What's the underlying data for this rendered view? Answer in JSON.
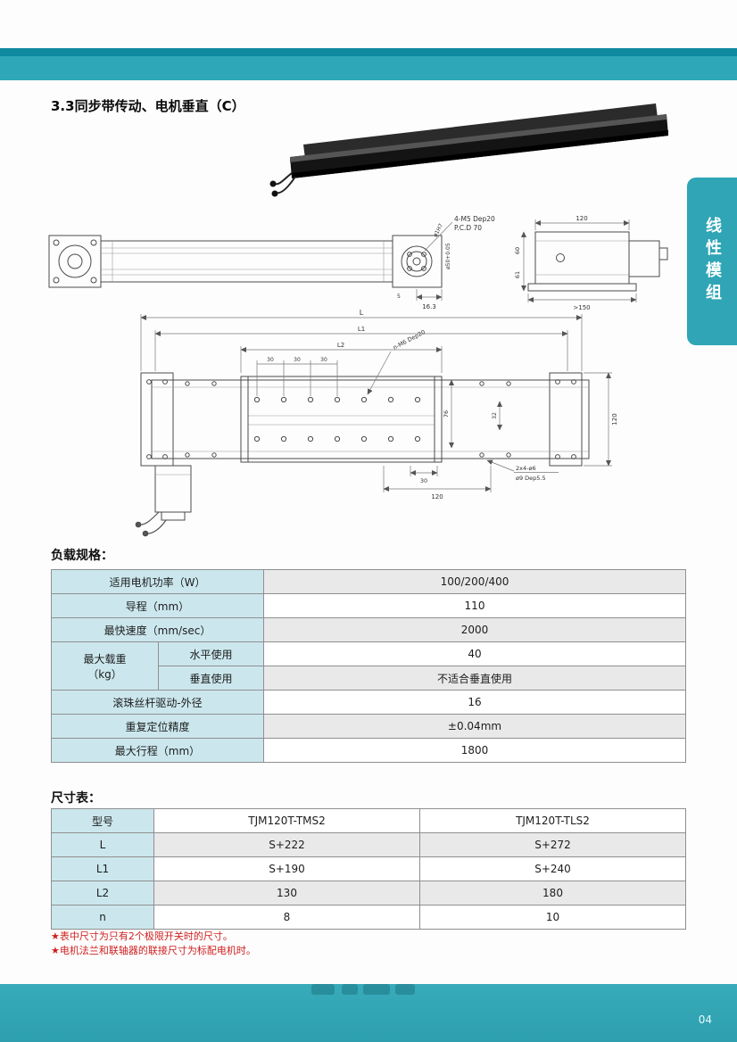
{
  "page": {
    "title": "3.3同步带传动、电机垂直（C）",
    "side_tab": "线性模组",
    "page_number": "04"
  },
  "load_table": {
    "heading": "负载规格：",
    "rows": {
      "power": {
        "label": "适用电机功率（W）",
        "value": "100/200/400"
      },
      "lead": {
        "label": "导程（mm）",
        "value": "110"
      },
      "speed": {
        "label": "最快速度（mm/sec）",
        "value": "2000"
      },
      "load": {
        "label_line1": "最大载重",
        "label_line2": "（kg）",
        "horizontal_label": "水平使用",
        "horizontal_value": "40",
        "vertical_label": "垂直使用",
        "vertical_value": "不适合垂直使用"
      },
      "screw": {
        "label": "滚珠丝杆驱动-外径",
        "value": "16"
      },
      "repeat": {
        "label": "重复定位精度",
        "value": "±0.04mm"
      },
      "stroke": {
        "label": "最大行程（mm）",
        "value": "1800"
      }
    }
  },
  "dim_table": {
    "heading": "尺寸表：",
    "header": {
      "model": "型号",
      "col1": "TJM120T-TMS2",
      "col2": "TJM120T-TLS2"
    },
    "rows": {
      "L": {
        "label": "L",
        "v1": "S+222",
        "v2": "S+272"
      },
      "L1": {
        "label": "L1",
        "v1": "S+190",
        "v2": "S+240"
      },
      "L2": {
        "label": "L2",
        "v1": "130",
        "v2": "180"
      },
      "n": {
        "label": "n",
        "v1": "8",
        "v2": "10"
      }
    }
  },
  "notes": {
    "note1": "★表中尺寸为只有2个极限开关时的尺寸。",
    "note2": "★电机法兰和联轴器的联接尺寸为标配电机时。"
  },
  "drawings": {
    "side_view": {
      "bolt_note": "4-M5 Dep20",
      "pcd_note": "P.C.D 70",
      "shaft_dia": "ø1H7",
      "pilot_dia": "ø50+0.05",
      "dim_163": "16.3",
      "dim_5": "5"
    },
    "end_view": {
      "dim_120": "120",
      "dim_60": "60",
      "dim_61": "61",
      "dim_150": ">150"
    },
    "top_view": {
      "dim_L": "L",
      "dim_L1": "L1",
      "dim_L2": "L2",
      "dim_30a": "30",
      "dim_30b": "30",
      "dim_30c": "30",
      "hole_note": "n-M6 Dep20",
      "dim_76": "76",
      "dim_32": "32",
      "dim_120_right": "120",
      "dim_30_bottom": "30",
      "dim_120_bottom": "120",
      "hole_note2_line1": "2x4-ø6",
      "hole_note2_line2": "ø9 Dep5.5"
    }
  },
  "colors": {
    "teal_bar": "#2ea8b8",
    "teal_dark": "#0e89a0",
    "table_label_bg": "#cbe7ed",
    "table_alt_bg": "#e9e9e9",
    "note_red": "#cf1f1f"
  }
}
